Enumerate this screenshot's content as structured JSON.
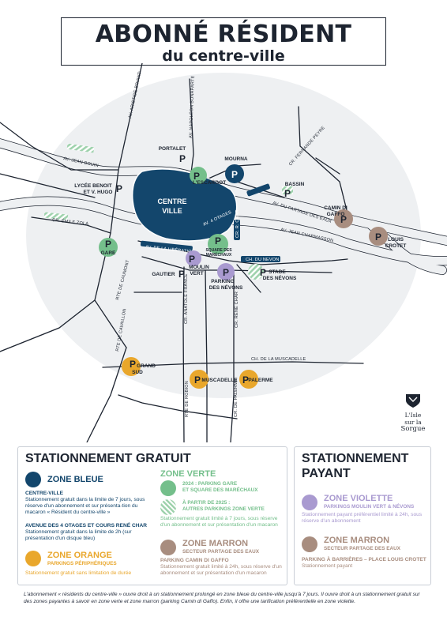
{
  "title": {
    "main": "ABONNÉ RÉSIDENT",
    "sub": "du centre-ville"
  },
  "colors": {
    "zone_bleue": "#13466c",
    "zone_verte": "#74bf8b",
    "zone_orange": "#e9a72c",
    "zone_violette": "#a99ad0",
    "zone_marron": "#a88d7f",
    "parking_symbol": "#1d2430",
    "background_circle": "#eef0f2",
    "river": "#ffffff"
  },
  "map": {
    "zone_label": "CENTRE\nVILLE",
    "roads": {
      "av_jean_bouin": "AV. JEAN BOUIN",
      "av_napoleon_bonaparte": "AV. NAPOLÉON BONAPARTE",
      "av_aristide_briand": "AV. ARISTIDE BRIAND",
      "cr_fernande_peyre": "CR. FERNANDE PEYRE",
      "av_du_partage_des_eaux": "AV. DU PARTAGE DES EAUX",
      "av_jean_charmasson": "AV. JEAN CHARMASSON",
      "av_4_otages": "AV. 4 OTAGES",
      "cr_emile_zola": "CR. ÉMILE ZOLA",
      "av_de_la_liberation": "AV. DE LA LIBÉRATION",
      "cr_rene_char": "CR. R. CHAR",
      "ch_du_nevon": "CH. DU NEVON",
      "rte_de_caumont": "RTE DE CAUMONT",
      "rte_de_cavaillon": "RTE DE CAVAILLON",
      "cr_anatole_france": "CR. ANATOLE FRANCE",
      "cr_rene_char_south": "CR. RENÉ CHAR",
      "ch_de_la_muscadelle": "CH. DE LA MUSCADELLE",
      "rte_de_robion": "RTE DE ROBION",
      "cr_de_palerme": "CR. DE PALERME"
    },
    "parkings": [
      {
        "name": "PORTALET",
        "zone": "plain",
        "glyph": "P"
      },
      {
        "name": "MOURNA",
        "zone": "bleue",
        "glyph": "P"
      },
      {
        "name": "L'ESCARGOT",
        "zone": "verte",
        "glyph": "P"
      },
      {
        "name": "LYCÉE BENOIT\nET V. HUGO",
        "zone": "plain",
        "glyph": "P"
      },
      {
        "name": "BASSIN",
        "zone": "plain",
        "glyph": "P"
      },
      {
        "name": "CAMIN DI\nGAFFO",
        "zone": "marron",
        "glyph": "P"
      },
      {
        "name": "LOUIS\nCROTET",
        "zone": "marron",
        "glyph": "P"
      },
      {
        "name": "GARE",
        "zone": "verte",
        "glyph": "P"
      },
      {
        "name": "SQUARE DES\nMARÉCHAUX",
        "zone": "verte",
        "glyph": "P"
      },
      {
        "name": "MOULIN\nVERT",
        "zone": "violette",
        "glyph": "P"
      },
      {
        "name": "GAUTIER",
        "zone": "plain",
        "glyph": "P"
      },
      {
        "name": "PARKING\nDES NÉVONS",
        "zone": "violette",
        "glyph": "P"
      },
      {
        "name": "STADE\nDES NÉVONS",
        "zone": "verte_future",
        "glyph": "P"
      },
      {
        "name": "GRAND\nSUD",
        "zone": "orange",
        "glyph": "P"
      },
      {
        "name": "MUSCADELLE",
        "zone": "orange",
        "glyph": "P"
      },
      {
        "name": "PALERME",
        "zone": "orange",
        "glyph": "P"
      }
    ]
  },
  "logo": {
    "line1": "L'Isle",
    "line2": "sur la",
    "line3": "Sorgue"
  },
  "gratuit": {
    "title": "STATIONNEMENT GRATUIT",
    "bleue": {
      "name": "ZONE BLEUE",
      "h1": "CENTRE-VILLE",
      "t1": "Stationnement gratuit dans la limite de 7 jours, sous réserve d'un abonnement et sur présenta-tion du macaron « Résident du centre-ville »",
      "h2": "AVENUE DES 4 OTAGES ET COURS RENÉ CHAR",
      "t2": "Stationnement gratuit dans la limite de 2h (sur présentation d'un disque bleu)"
    },
    "orange": {
      "name": "ZONE ORANGE",
      "sub": "PARKINGS PÉRIPHÉRIQUES",
      "t1": "Stationnement gratuit sans limitation de durée"
    },
    "verte": {
      "name": "ZONE VERTE",
      "s1": "2024 : PARKING GARE\nET SQUARE DES MARÉCHAUX",
      "s2": "À PARTIR DE 2025 :\nAUTRES PARKINGS ZONE VERTE",
      "t1": "Stationnement gratuit limité à 7 jours, sous réserve d'un abonnement et sur présentation d'un macaron"
    },
    "marron": {
      "name": "ZONE MARRON",
      "sub": "SECTEUR PARTAGE DES EAUX",
      "h1": "PARKING CAMIN DI GAFFO",
      "t1": "Stationnement gratuit limité à 24h, sous réserve d'un abonnement et sur présentation d'un macaron"
    }
  },
  "payant": {
    "title": "STATIONNEMENT\nPAYANT",
    "violette": {
      "name": "ZONE VIOLETTE",
      "sub": "PARKINGS MOULIN VERT & NÉVONS",
      "t1": "Stationnement payant préférentiel limité à 24h, sous réserve d'un abonnement"
    },
    "marron": {
      "name": "ZONE MARRON",
      "sub": "SECTEUR PARTAGE DES EAUX",
      "h1": "PARKING À BARRIÈRES – PLACE LOUIS CROTET",
      "t1": "Stationnement payant"
    }
  },
  "footnote": "L'abonnement « résidents du centre-ville » ouvre droit à un stationnement prolongé en zone bleue du centre-ville jusqu'à 7 jours. Il ouvre droit à un stationnement gratuit sur des zones payantes à savoir en zone verte et zone marron (parking Camin di Gaffo). Enfin, il offre une tarification préférentielle en zone violette."
}
